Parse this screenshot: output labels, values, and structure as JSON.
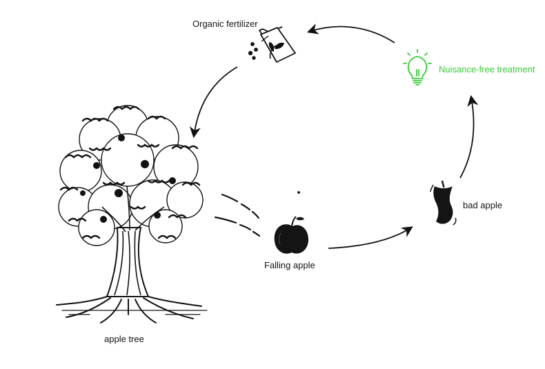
{
  "diagram": {
    "labels": {
      "fertilizer": "Organic fertilizer",
      "treatment": "Nuisance-free treatment",
      "bad_apple": "bad apple",
      "falling_apple": "Falling apple",
      "apple_tree": "apple tree"
    },
    "icons": [
      "fertilizer-bag-icon",
      "light-bulb-icon",
      "apple-core-icon",
      "apple-icon",
      "apple-tree-illustration",
      "motion-lines"
    ],
    "colors": {
      "ink": "#111111",
      "accent": "#33cc33",
      "background": "#ffffff"
    }
  }
}
